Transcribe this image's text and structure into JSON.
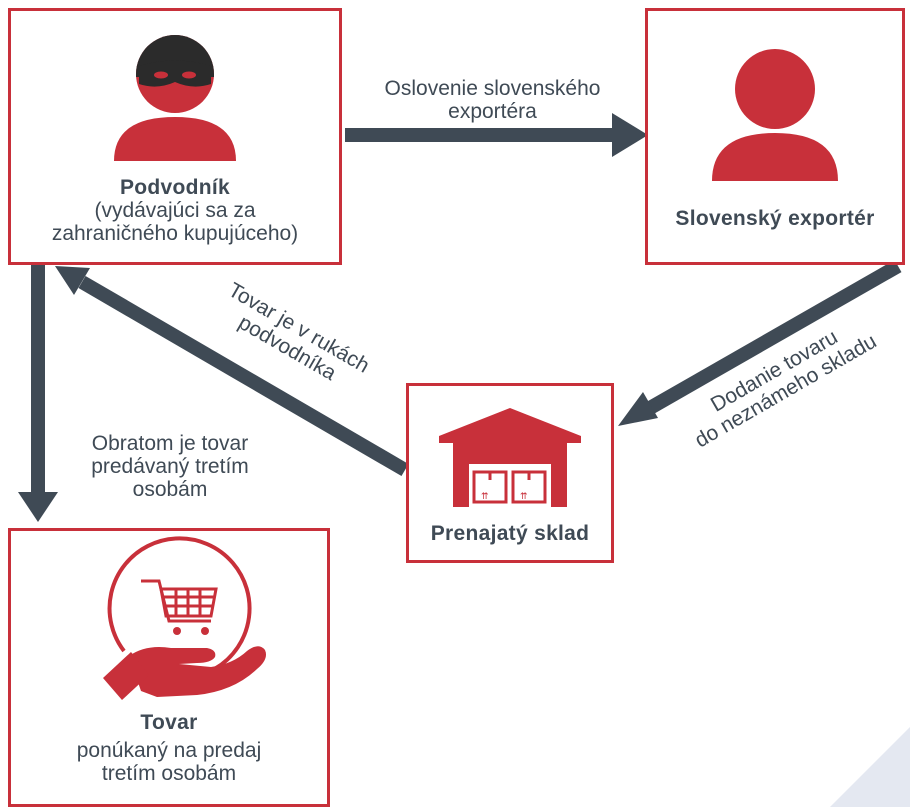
{
  "fraudster": {
    "title": "Podvodník",
    "subtitle_line1": "(vydávajúci sa za",
    "subtitle_line2": "zahraničného kupujúceho)"
  },
  "exporter": {
    "title": "Slovenský exportér"
  },
  "warehouse": {
    "title": "Prenajatý sklad"
  },
  "goods": {
    "title": "Tovar",
    "subtitle_line1": "ponúkaný na predaj",
    "subtitle_line2": "tretím osobám"
  },
  "arrows": {
    "contact": {
      "line1": "Oslovenie slovenského",
      "line2": "exportéra"
    },
    "delivery": {
      "line1": "Dodanie tovaru",
      "line2": "do neznámeho skladu"
    },
    "in_hands": {
      "line1": "Tovar je v rukách",
      "line2": "podvodníka"
    },
    "resold": {
      "line1": "Obratom je tovar",
      "line2": "predávaný tretím",
      "line3": "osobám"
    }
  },
  "colors": {
    "accent": "#c8303a",
    "arrow": "#3f4a55",
    "mask": "#2b2b2b",
    "corner": "#e4e8f1"
  },
  "icons": {
    "fraudster": "masked-person-icon",
    "exporter": "person-icon",
    "warehouse": "warehouse-icon",
    "goods": "hand-cart-icon"
  }
}
